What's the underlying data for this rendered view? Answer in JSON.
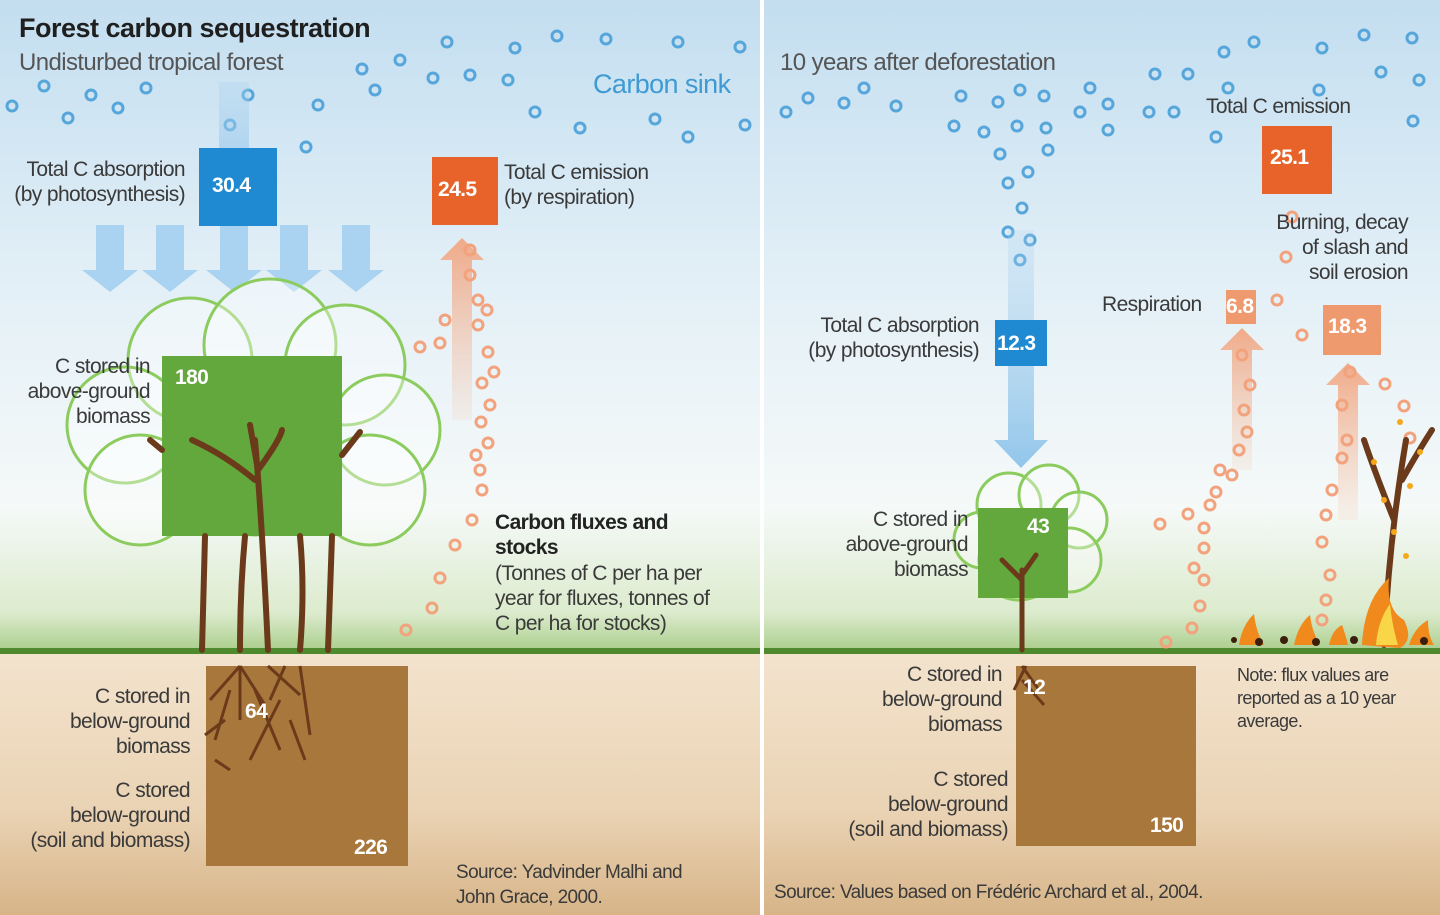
{
  "left": {
    "title": "Forest carbon sequestration",
    "subtitle": "Undisturbed tropical forest",
    "sink_label": "Carbon sink",
    "absorption_label": "Total C absorption\n(by photosynthesis)",
    "absorption_value": "30.4",
    "emission_label": "Total C emission\n(by respiration)",
    "emission_value": "24.5",
    "above_ground_label": "C stored in\nabove-ground\nbiomass",
    "above_ground_value": "180",
    "below_biomass_label": "C stored in\nbelow-ground\nbiomass",
    "below_biomass_value": "64",
    "below_total_label": "C stored\nbelow-ground\n(soil and biomass)",
    "below_total_value": "226",
    "legend_title": "Carbon fluxes and\nstocks",
    "legend_text": "(Tonnes of C per ha per\nyear for fluxes, tonnes of\nC per ha for stocks)",
    "source": "Source: Yadvinder Malhi and\nJohn Grace,  2000."
  },
  "right": {
    "subtitle": "10 years after deforestation",
    "emission_label": "Total C emission",
    "emission_value": "25.1",
    "burning_label": "Burning, decay\nof slash and\nsoil erosion",
    "burning_value": "18.3",
    "respiration_label": "Respiration",
    "respiration_value": "6.8",
    "absorption_label": "Total C absorption\n(by photosynthesis)",
    "absorption_value": "12.3",
    "above_ground_label": "C stored in\nabove-ground\nbiomass",
    "above_ground_value": "43",
    "below_biomass_label": "C stored in\nbelow-ground\nbiomass",
    "below_biomass_value": "12",
    "below_total_label": "C stored\nbelow-ground\n(soil and biomass)",
    "below_total_value": "150",
    "note": "Note: flux values are\nreported as a 10 year\naverage.",
    "source": "Source: Values based on Frédéric Archard et al., 2004."
  },
  "colors": {
    "absorption_blue": "#1f8ad2",
    "emission_orange": "#e8632a",
    "flux_peach": "#ee9a6e",
    "biomass_green": "#62a83c",
    "soil_brown": "#a8773b",
    "sink_blue": "#3f9ad3"
  }
}
